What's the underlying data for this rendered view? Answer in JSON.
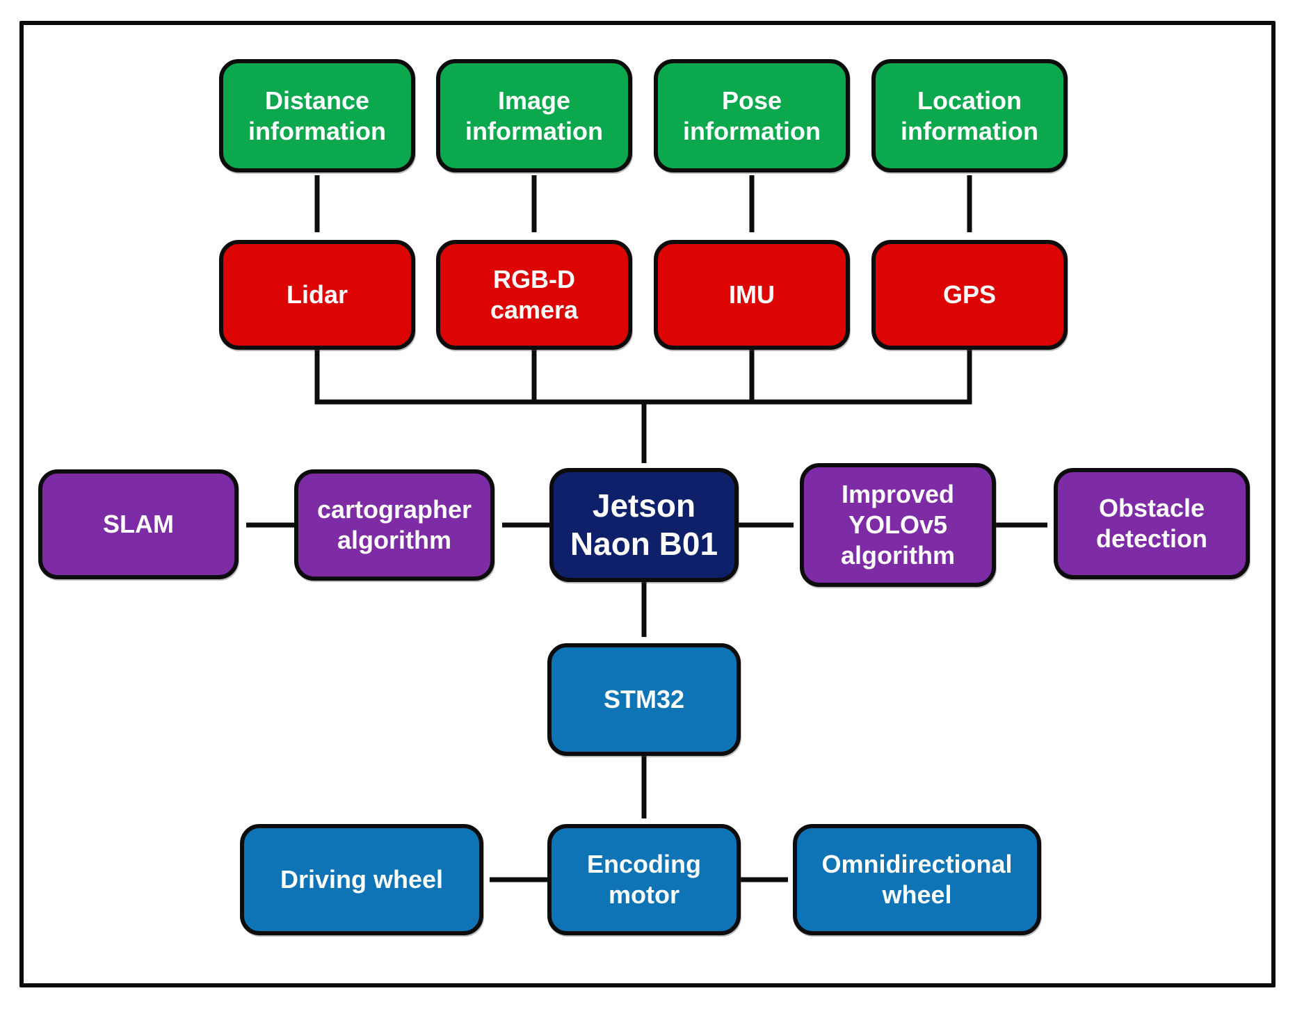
{
  "palette": {
    "green": "#0ca84e",
    "red": "#dd0404",
    "purple": "#7e2ca6",
    "navy": "#0e2069",
    "blue": "#0f74b5",
    "line": "#0c0c0c",
    "background": "#ffffff"
  },
  "nodes": {
    "distance": {
      "label": "Distance\ninformation"
    },
    "image": {
      "label": "Image\ninformation"
    },
    "pose": {
      "label": "Pose\ninformation"
    },
    "location": {
      "label": "Location\ninformation"
    },
    "lidar": {
      "label": "Lidar"
    },
    "rgbd": {
      "label": "RGB-D\ncamera"
    },
    "imu": {
      "label": "IMU"
    },
    "gps": {
      "label": "GPS"
    },
    "slam": {
      "label": "SLAM"
    },
    "cartographer": {
      "label": "cartographer\nalgorithm"
    },
    "jetson": {
      "label": "Jetson\nNaon B01"
    },
    "yolo": {
      "label": "Improved\nYOLOv5\nalgorithm"
    },
    "obstacle": {
      "label": "Obstacle\ndetection"
    },
    "stm32": {
      "label": "STM32"
    },
    "driving": {
      "label": "Driving wheel"
    },
    "motor": {
      "label": "Encoding\nmotor"
    },
    "omni": {
      "label": "Omnidirectional\nwheel"
    }
  },
  "connections": [
    {
      "from": "Distance information",
      "to": "Lidar"
    },
    {
      "from": "Image information",
      "to": "RGB-D camera"
    },
    {
      "from": "Pose information",
      "to": "IMU"
    },
    {
      "from": "Location information",
      "to": "GPS"
    },
    {
      "from": "Lidar",
      "to": "Jetson Naon B01"
    },
    {
      "from": "RGB-D camera",
      "to": "Jetson Naon B01"
    },
    {
      "from": "IMU",
      "to": "Jetson Naon B01"
    },
    {
      "from": "GPS",
      "to": "Jetson Naon B01"
    },
    {
      "from": "Jetson Naon B01",
      "to": "cartographer algorithm"
    },
    {
      "from": "cartographer algorithm",
      "to": "SLAM"
    },
    {
      "from": "Jetson Naon B01",
      "to": "Improved YOLOv5 algorithm"
    },
    {
      "from": "Improved YOLOv5 algorithm",
      "to": "Obstacle detection"
    },
    {
      "from": "Jetson Naon B01",
      "to": "STM32"
    },
    {
      "from": "STM32",
      "to": "Encoding motor"
    },
    {
      "from": "Encoding motor",
      "to": "Driving wheel"
    },
    {
      "from": "Encoding motor",
      "to": "Omnidirectional wheel"
    }
  ]
}
